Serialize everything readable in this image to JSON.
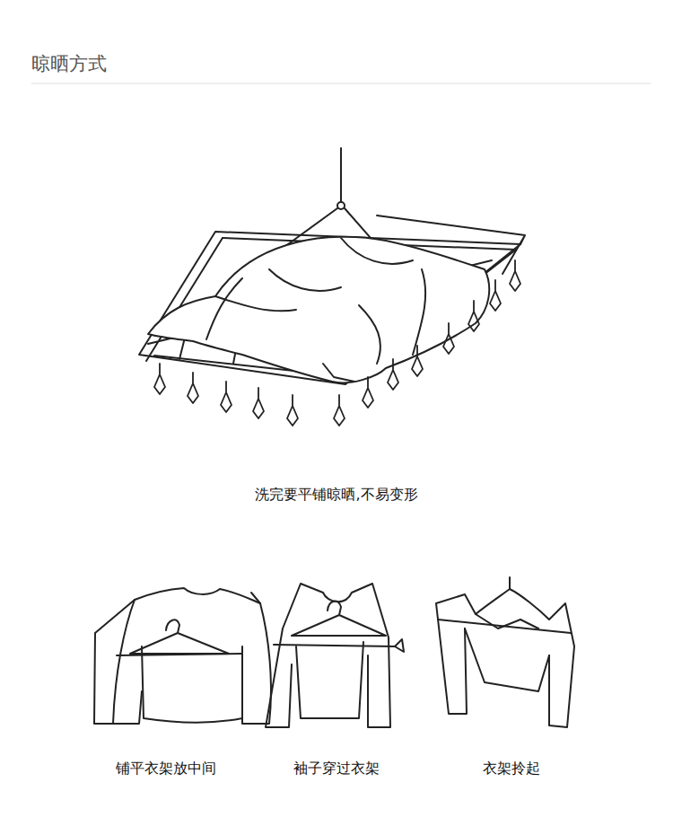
{
  "diagram": {
    "title": "晾晒方式",
    "labels": [
      "洗完要平铺晾晒,不易变形",
      "铺平衣架放中间",
      "袖子穿过衣架",
      "衣架拎起"
    ]
  }
}
